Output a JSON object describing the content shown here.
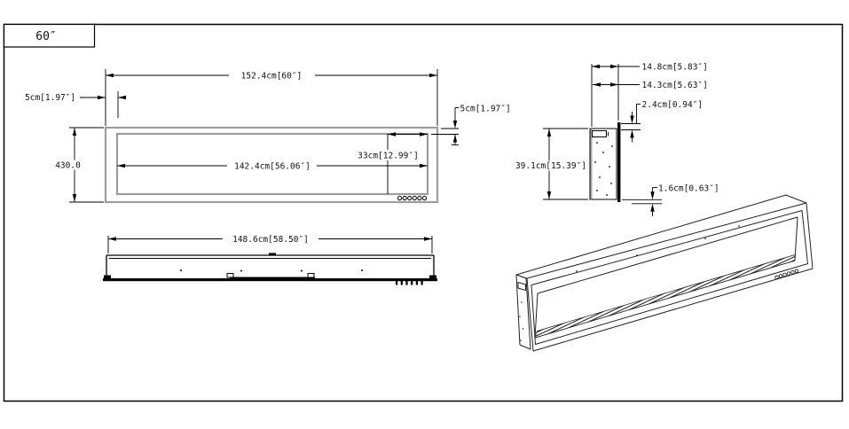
{
  "title_block": {
    "size": "60″"
  },
  "front": {
    "overall_width": "152.4cm[60″]",
    "left_inset": "5cm[1.97″]",
    "top_inset": "5cm[1.97″]",
    "overall_height": "430.0",
    "viewing_width": "142.4cm[56.06″]",
    "control_width": "33cm[12.99″]"
  },
  "bottom": {
    "cutout_width": "148.6cm[58.50″]"
  },
  "side": {
    "overall_depth": "14.8cm[5.83″]",
    "recess_depth": "14.3cm[5.63″]",
    "top_reveal": "2.4cm[0.94″]",
    "height": "39.1cm[15.39″]",
    "bottom_flange": "1.6cm[0.63″]"
  }
}
